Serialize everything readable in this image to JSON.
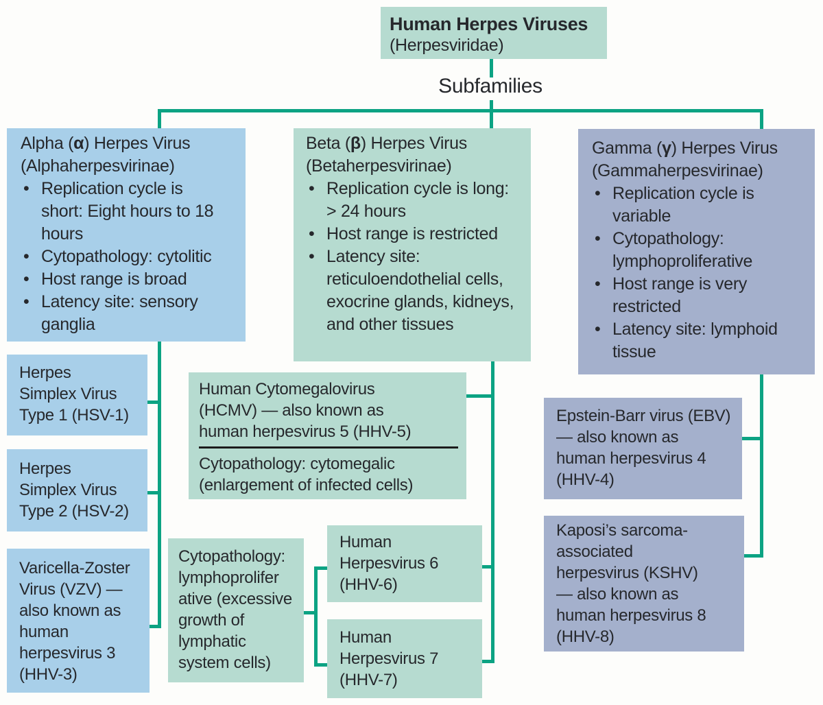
{
  "colors": {
    "connector_teal_green": "#0ca383",
    "teal_box_fill": "#b6dbd0",
    "blue_box_fill": "#a8cfe9",
    "slate_box_fill": "#a4b0cc",
    "text": "#26282c",
    "divider": "#1b1b1b"
  },
  "root": {
    "title": "Human Herpes Viruses",
    "subtitle": "(Herpesviridae)"
  },
  "subfamilies_label": "Subfamilies",
  "families": {
    "alpha": {
      "title_prefix": "Alpha (",
      "greek": "α",
      "title_suffix": ") Herpes Virus",
      "subtitle": "(Alphaherpesvirinae)",
      "bullets": [
        "Replication cycle is short: Eight hours to 18 hours",
        "Cytopathology: cytolitic",
        "Host range is broad",
        "Latency site: sensory ganglia"
      ]
    },
    "beta": {
      "title_prefix": "Beta (",
      "greek": "β",
      "title_suffix": ") Herpes Virus",
      "subtitle": "(Betaherpesvirinae)",
      "bullets": [
        "Replication cycle is long: > 24 hours",
        "Host range is restricted",
        "Latency site: reticuloendothelial cells, exocrine glands, kidneys, and other tissues"
      ]
    },
    "gamma": {
      "title_prefix": "Gamma (",
      "greek": "γ",
      "title_suffix": ") Herpes Virus",
      "subtitle": "(Gammaherpesvirinae)",
      "bullets": [
        "Replication cycle is variable",
        "Cytopathology: lymphoproliferative",
        "Host range is very restricted",
        "Latency site: lymphoid tissue"
      ]
    }
  },
  "viruses": {
    "hsv1": {
      "lines": [
        "Herpes",
        "Simplex Virus",
        "Type 1 (HSV-1)"
      ]
    },
    "hsv2": {
      "lines": [
        "Herpes",
        "Simplex Virus",
        "Type 2 (HSV-2)"
      ]
    },
    "vzv": {
      "lines": [
        "Varicella-Zoster",
        "Virus (VZV) —",
        "also known as",
        "human",
        "herpesvirus 3",
        "(HHV-3)"
      ]
    },
    "hcmv": {
      "name_lines": [
        "Human Cytomegalovirus",
        "(HCMV) — also known as",
        "human herpesvirus 5 (HHV-5)"
      ],
      "cytopathology_lines": [
        "Cytopathology: cytomegalic",
        "(enlargement of infected cells)"
      ]
    },
    "beta_cytopathology_note": {
      "lines": [
        "Cytopathology:",
        "lymphoprolifer",
        "ative (excessive",
        "growth of",
        "lymphatic",
        "system cells)"
      ]
    },
    "hhv6": {
      "lines": [
        "Human",
        "Herpesvirus 6",
        "(HHV-6)"
      ]
    },
    "hhv7": {
      "lines": [
        "Human",
        "Herpesvirus 7",
        "(HHV-7)"
      ]
    },
    "ebv": {
      "lines": [
        "Epstein-Barr virus (EBV)",
        "— also known as",
        "human herpesvirus 4",
        "(HHV-4)"
      ]
    },
    "kshv": {
      "lines": [
        "Kaposi’s sarcoma-",
        "associated",
        "herpesvirus (KSHV)",
        "— also known as",
        "human herpesvirus 8",
        "(HHV-8)"
      ]
    }
  }
}
